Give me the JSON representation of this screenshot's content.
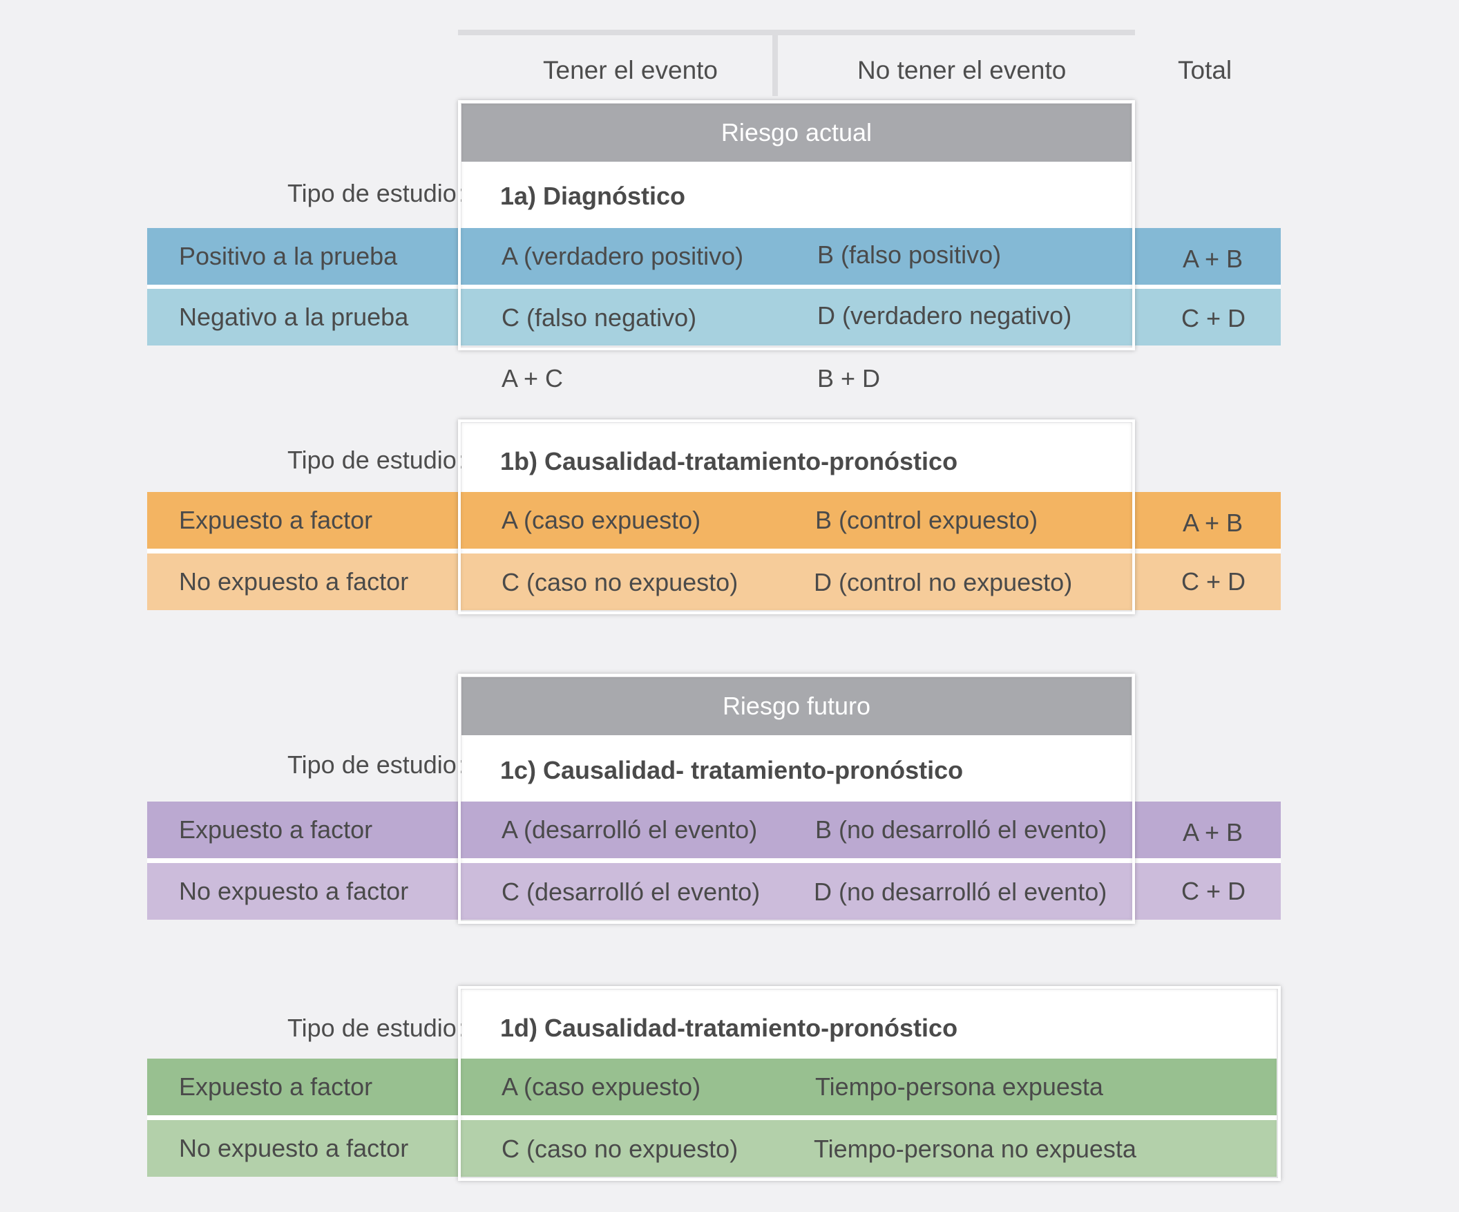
{
  "columns": {
    "have_event": "Tener el evento",
    "no_event": "No tener el evento",
    "total": "Total"
  },
  "colors": {
    "background": "#f1f1f3",
    "header_bar": "#a8a9ad",
    "blue_dark": "#84b9d5",
    "blue_light": "#a7d1df",
    "orange_dark": "#f3b462",
    "orange_light": "#f6cc9a",
    "purple_dark": "#bba9d1",
    "purple_light": "#ccbcdb",
    "green_dark": "#98c090",
    "green_light": "#b3d0aa"
  },
  "study_type_label": "Tipo de estudio:",
  "sections": [
    {
      "header": "Riesgo actual",
      "title": "1a) Diagnóstico",
      "rows": [
        {
          "label": "Positivo a la prueba",
          "a": "A (verdadero positivo)",
          "b": "B (falso positivo)",
          "total": "A + B"
        },
        {
          "label": "Negativo a la prueba",
          "a": "C (falso negativo)",
          "b": "D (verdadero negativo)",
          "total": "C + D"
        }
      ],
      "column_totals": {
        "a": "A + C",
        "b": "B + D"
      }
    },
    {
      "title": "1b) Causalidad-tratamiento-pronóstico",
      "rows": [
        {
          "label": "Expuesto a factor",
          "a": "A (caso expuesto)",
          "b": "B (control expuesto)",
          "total": "A + B"
        },
        {
          "label": "No expuesto a factor",
          "a": "C (caso no expuesto)",
          "b": "D (control no expuesto)",
          "total": "C + D"
        }
      ]
    },
    {
      "header": "Riesgo futuro",
      "title": "1c) Causalidad- tratamiento-pronóstico",
      "rows": [
        {
          "label": "Expuesto a factor",
          "a": "A (desarrolló el evento)",
          "b": "B (no desarrolló el evento)",
          "total": "A + B"
        },
        {
          "label": "No expuesto a factor",
          "a": "C (desarrolló el evento)",
          "b": "D (no desarrolló el evento)",
          "total": "C + D"
        }
      ]
    },
    {
      "title": "1d) Causalidad-tratamiento-pronóstico",
      "rows": [
        {
          "label": "Expuesto a factor",
          "a": "A (caso expuesto)",
          "b": "Tiempo-persona expuesta"
        },
        {
          "label": "No expuesto a factor",
          "a": "C (caso no expuesto)",
          "b": "Tiempo-persona no expuesta"
        }
      ]
    }
  ]
}
